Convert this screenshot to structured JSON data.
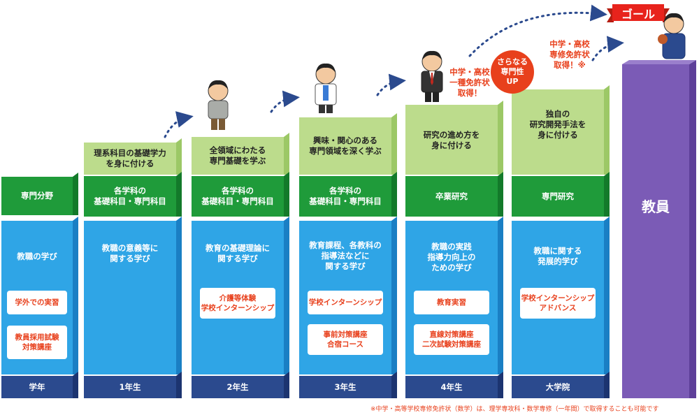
{
  "colors": {
    "blue_face": "#2fa5e6",
    "blue_side": "#1a7fc4",
    "dark_face": "#2b4a8e",
    "dark_side": "#1c3470",
    "green_face": "#1f9b3a",
    "green_side": "#137a2a",
    "light_face": "#bcdc8c",
    "light_side": "#9cc866",
    "purple_face": "#7b5bb6",
    "purple_side": "#5e3f99",
    "accent_red": "#e8401c"
  },
  "columns": [
    {
      "year": "学年",
      "green": "専門分野",
      "light": "",
      "blue": "教職の学び",
      "pills": [
        "学外での実習",
        "教員採用試験\n対策講座"
      ]
    },
    {
      "year": "1年生",
      "green": "各学科の\n基礎科目・専門科目",
      "light": "理系科目の基礎学力\nを身に付ける",
      "blue": "教職の意義等に\n関する学び",
      "pills": []
    },
    {
      "year": "2年生",
      "green": "各学科の\n基礎科目・専門科目",
      "light": "全領域にわたる\n専門基礎を学ぶ",
      "blue": "教育の基礎理論に\n関する学び",
      "pills": [
        "介護等体験\n学校インターンシップ"
      ]
    },
    {
      "year": "3年生",
      "green": "各学科の\n基礎科目・専門科目",
      "light": "興味・関心のある\n専門領域を深く学ぶ",
      "blue": "教育課程、各教科の\n指導法などに\n関する学び",
      "pills": [
        "学校インターンシップ",
        "事前対策講座\n合宿コース"
      ]
    },
    {
      "year": "4年生",
      "green": "卒業研究",
      "light": "研究の進め方を\n身に付ける",
      "blue": "教職の実践\n指導力向上の\nための学び",
      "pills": [
        "教育実習",
        "直線対策講座\n二次試験対策講座"
      ]
    },
    {
      "year": "大学院",
      "green": "専門研究",
      "light": "独自の\n研究開発手法を\n身に付ける",
      "blue": "教職に関する\n発展的学び",
      "pills": [
        "学校インターンシップ\nアドバンス"
      ]
    }
  ],
  "final": {
    "label": "教員"
  },
  "goal": {
    "label": "ゴール"
  },
  "notes": {
    "license_first": "中学・高校\n一種免許状\n取得！",
    "up_badge": "さらなる\n専門性\nUP",
    "license_specialist": "中学・高校\n専修免許状\n取得！※"
  },
  "footnote": "※中学・高等学校専修免許状（数学）は、理学専攻科・数学専修（一年間）で取得することも可能です"
}
